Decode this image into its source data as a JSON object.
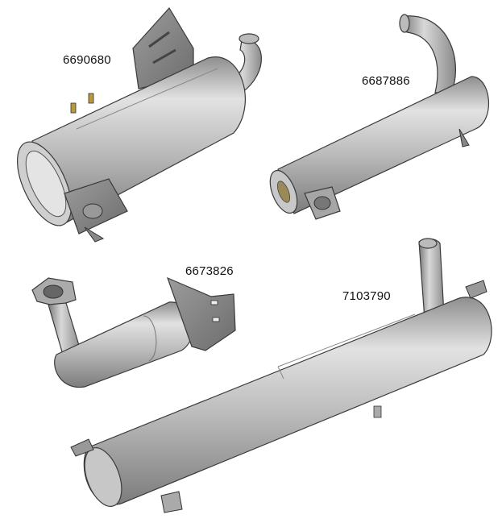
{
  "parts": [
    {
      "part_number": "6690680",
      "illustration": "muffler-with-bracket"
    },
    {
      "part_number": "6687886",
      "illustration": "long-muffler-with-pipe"
    },
    {
      "part_number": "6673826",
      "illustration": "muffler-with-inlet-flange"
    },
    {
      "part_number": "7103790",
      "illustration": "long-muffler-with-stack"
    }
  ],
  "colors": {
    "metal_light": "#d7d7d7",
    "metal_mid": "#a9a9a9",
    "metal_dark": "#6f6f6f",
    "outline": "#3a3a3a",
    "label_text": "#111111"
  }
}
